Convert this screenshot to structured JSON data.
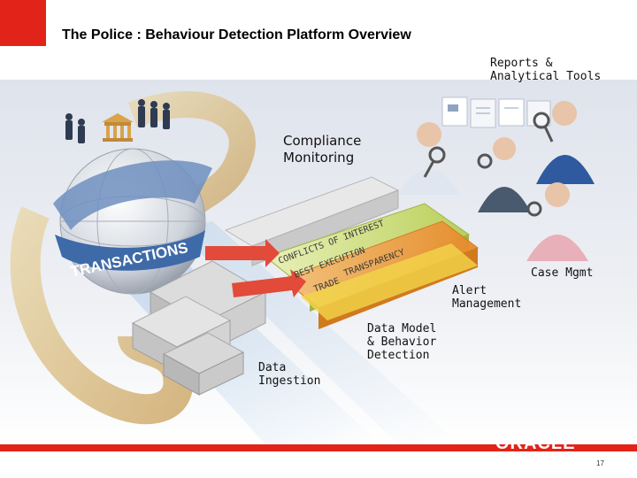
{
  "header": {
    "title": "The Police : Behaviour Detection Platform Overview",
    "accent_color": "#e2231a"
  },
  "labels": {
    "reports": "Reports &\nAnalytical Tools",
    "compliance": "Compliance\nMonitoring",
    "case_mgmt": "Case Mgmt",
    "alert": "Alert\nManagement",
    "data_model": "Data Model\n& Behavior\nDetection",
    "data_ingestion": "Data\nIngestion"
  },
  "diagram_text": {
    "globe_band": "TRANSACTIONS",
    "conflicts": "CONFLICTS OF INTEREST",
    "best_execution": "BEST EXECUTION",
    "transparency": "TRANSPARENCY",
    "trade": "TRADE"
  },
  "footer": {
    "logo": "ORACLE",
    "page_number": "17"
  }
}
